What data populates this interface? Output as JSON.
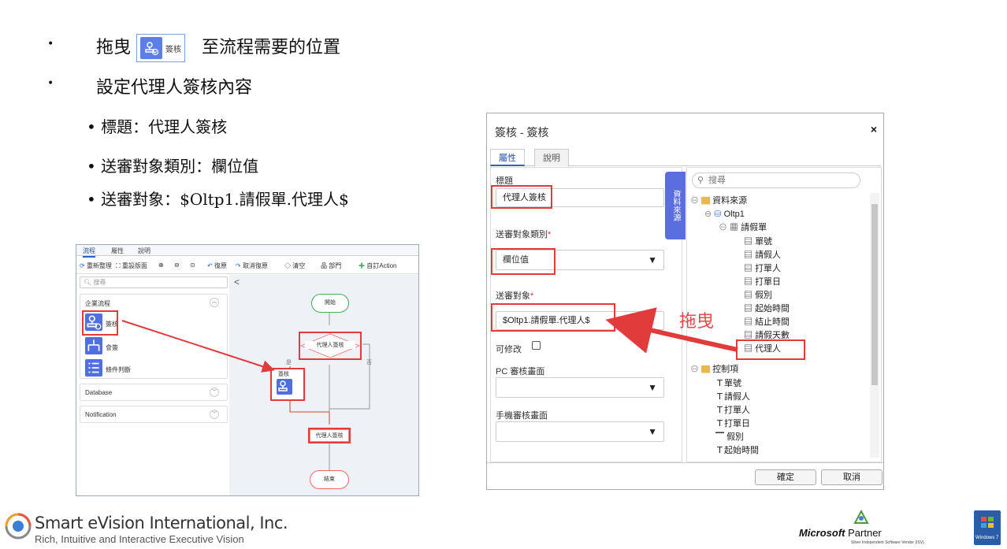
{
  "bullets": {
    "item1_pre": "拖曳",
    "item1_button_label": "簽核",
    "item1_post": "至流程需要的位置",
    "item2": "設定代理人簽核內容",
    "sub1": "標題：代理人簽核",
    "sub2": "送審對象類別：欄位值",
    "sub3": "送審對象：$Oltp1.請假單.代理人$",
    "dot1": "•",
    "dot2": "•",
    "dot3": "•"
  },
  "designer": {
    "tabs": [
      "流程",
      "屬性",
      "說明"
    ],
    "toolbar": [
      "重新整理",
      "重設版面",
      "復原",
      "取消復原",
      "清空",
      "部門",
      "自訂Action"
    ],
    "search_placeholder": "搜尋",
    "group_flow": "企業流程",
    "tools": [
      "簽核",
      "會簽",
      "條件判斷"
    ],
    "group_db": "Database",
    "group_notify": "Notification",
    "nodes": {
      "start": "開始",
      "decision": "代理人簽核",
      "yes": "是",
      "no": "否",
      "dropped_label": "簽核",
      "task": "代理人簽核",
      "end": "結束"
    },
    "collapse_glyph": "<"
  },
  "dialog": {
    "title": "簽核 - 簽核",
    "close": "×",
    "tabs": [
      "屬性",
      "說明"
    ],
    "label_title": "標題",
    "value_title": "代理人簽核",
    "label_type": "送審對象類別",
    "value_type": "欄位值",
    "label_target": "送審對象",
    "value_target": "$Oltp1.請假單.代理人$",
    "label_editable": "可修改",
    "label_pc": "PC 審核畫面",
    "label_mobile": "手機審核畫面",
    "required_mark": "*",
    "side_tab": "資料來源",
    "tree_search": "搜尋",
    "tree": {
      "root": "資料來源",
      "db": "Oltp1",
      "table": "請假單",
      "fields": [
        "單號",
        "請假人",
        "打單人",
        "打單日",
        "假別",
        "起始時間",
        "結止時間",
        "請假天數",
        "代理人"
      ],
      "controls_root": "控制項",
      "controls": [
        "單號",
        "請假人",
        "打單人",
        "打單日",
        "假別",
        "起始時間"
      ]
    },
    "ok": "確定",
    "cancel": "取消"
  },
  "callout": "拖曳",
  "footer": {
    "brand": "Smart eVision International, Inc.",
    "tagline": "Rich, Intuitive and Interactive Executive Vision",
    "ms_brand": "Microsoft",
    "ms_partner": "Partner",
    "ms_sub": "Silver Independent Software Vendor (ISV)",
    "badge_text": "Windows 7"
  },
  "colors": {
    "accent": "#2b62c9",
    "tool_icon": "#4f6fe0",
    "highlight": "#e23b3b",
    "start_end": "#3db05b"
  }
}
